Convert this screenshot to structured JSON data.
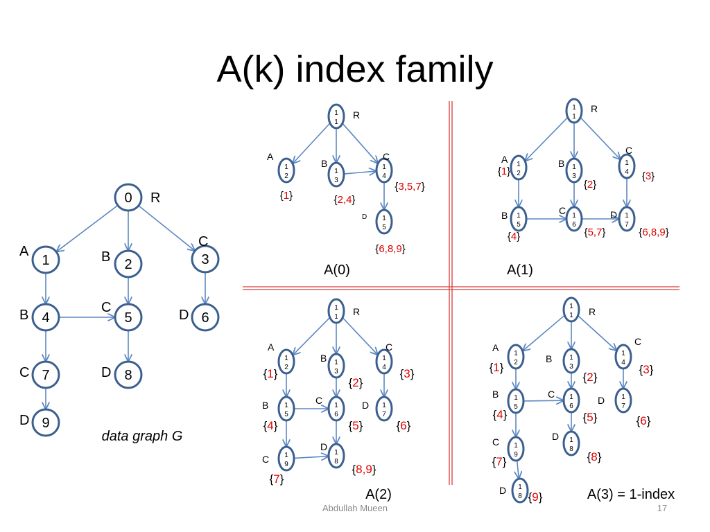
{
  "slide": {
    "title": "A(k) index family",
    "footer_author": "Abdullah Mueen",
    "page_number": "17"
  },
  "colors": {
    "node_stroke": "#3b5f8f",
    "edge": "#5b87c0",
    "extent": "#e00000",
    "divider": "#d93b3b"
  },
  "diagrams": [
    {
      "id": "G",
      "caption": "data graph G",
      "caption_style": "italic",
      "node_size": "large",
      "nodes": [
        {
          "id": "n0",
          "text": "0",
          "label": "R"
        },
        {
          "id": "n1",
          "text": "1",
          "label": "A"
        },
        {
          "id": "n2",
          "text": "2",
          "label": "B"
        },
        {
          "id": "n3",
          "text": "3",
          "label": "C"
        },
        {
          "id": "n4",
          "text": "4",
          "label": "B"
        },
        {
          "id": "n5",
          "text": "5",
          "label": "C"
        },
        {
          "id": "n6",
          "text": "6",
          "label": "D"
        },
        {
          "id": "n7",
          "text": "7",
          "label": "C"
        },
        {
          "id": "n8",
          "text": "8",
          "label": "D"
        },
        {
          "id": "n9",
          "text": "9",
          "label": "D"
        }
      ],
      "edges": [
        [
          "n0",
          "n1"
        ],
        [
          "n0",
          "n2"
        ],
        [
          "n0",
          "n3"
        ],
        [
          "n1",
          "n4"
        ],
        [
          "n2",
          "n5"
        ],
        [
          "n3",
          "n6"
        ],
        [
          "n4",
          "n5"
        ],
        [
          "n4",
          "n7"
        ],
        [
          "n5",
          "n8"
        ],
        [
          "n7",
          "n9"
        ]
      ]
    },
    {
      "id": "A0",
      "caption": "A(0)",
      "node_size": "small",
      "nodes": [
        {
          "id": "a11",
          "text": "1 1",
          "label": "R",
          "extent": ""
        },
        {
          "id": "a12",
          "text": "1 2",
          "label": "A",
          "extent": "1"
        },
        {
          "id": "a13",
          "text": "1 3",
          "label": "B",
          "extent": "2,4"
        },
        {
          "id": "a14",
          "text": "1 4",
          "label": "C",
          "extent": "3,5,7"
        },
        {
          "id": "a15",
          "text": "1 5",
          "label": "D",
          "extent": "6,8,9"
        }
      ],
      "edges": [
        [
          "a11",
          "a12"
        ],
        [
          "a11",
          "a13"
        ],
        [
          "a11",
          "a14"
        ],
        [
          "a13",
          "a14"
        ],
        [
          "a14",
          "a15"
        ]
      ]
    },
    {
      "id": "A1",
      "caption": "A(1)",
      "node_size": "small",
      "nodes": [
        {
          "id": "b11",
          "text": "1 1",
          "label": "R",
          "extent": ""
        },
        {
          "id": "b12",
          "text": "1 2",
          "label": "A",
          "extent": "1"
        },
        {
          "id": "b13",
          "text": "1 3",
          "label": "B",
          "extent": "2"
        },
        {
          "id": "b14",
          "text": "1 4",
          "label": "C",
          "extent": "3"
        },
        {
          "id": "b15",
          "text": "1 5",
          "label": "B",
          "extent": "4"
        },
        {
          "id": "b16",
          "text": "1 6",
          "label": "C",
          "extent": "5,7"
        },
        {
          "id": "b17",
          "text": "1 7",
          "label": "D",
          "extent": "6,8,9"
        }
      ],
      "edges": [
        [
          "b11",
          "b12"
        ],
        [
          "b11",
          "b13"
        ],
        [
          "b11",
          "b14"
        ],
        [
          "b12",
          "b15"
        ],
        [
          "b13",
          "b16"
        ],
        [
          "b14",
          "b17"
        ],
        [
          "b15",
          "b16"
        ],
        [
          "b16",
          "b17"
        ]
      ]
    },
    {
      "id": "A2",
      "caption": "A(2)",
      "node_size": "small",
      "nodes": [
        {
          "id": "c11",
          "text": "1 1",
          "label": "R",
          "extent": ""
        },
        {
          "id": "c12",
          "text": "1 2",
          "label": "A",
          "extent": "1"
        },
        {
          "id": "c13",
          "text": "1 3",
          "label": "B",
          "extent": "2"
        },
        {
          "id": "c14",
          "text": "1 4",
          "label": "C",
          "extent": "3"
        },
        {
          "id": "c15",
          "text": "1 5",
          "label": "B",
          "extent": "4"
        },
        {
          "id": "c16",
          "text": "1 6",
          "label": "C",
          "extent": "5"
        },
        {
          "id": "c17",
          "text": "1 7",
          "label": "D",
          "extent": "6"
        },
        {
          "id": "c18",
          "text": "1 8",
          "label": "D",
          "extent": "8,9"
        },
        {
          "id": "c19",
          "text": "1 9",
          "label": "C",
          "extent": "7"
        }
      ],
      "edges": [
        [
          "c11",
          "c12"
        ],
        [
          "c11",
          "c13"
        ],
        [
          "c11",
          "c14"
        ],
        [
          "c12",
          "c15"
        ],
        [
          "c13",
          "c16"
        ],
        [
          "c14",
          "c17"
        ],
        [
          "c15",
          "c16"
        ],
        [
          "c15",
          "c19"
        ],
        [
          "c16",
          "c18"
        ],
        [
          "c19",
          "c18"
        ]
      ]
    },
    {
      "id": "A3",
      "caption": "A(3) = 1-index",
      "node_size": "small",
      "nodes": [
        {
          "id": "d11",
          "text": "1 1",
          "label": "R",
          "extent": ""
        },
        {
          "id": "d12",
          "text": "1 2",
          "label": "A",
          "extent": "1"
        },
        {
          "id": "d13",
          "text": "1 3",
          "label": "B",
          "extent": "2"
        },
        {
          "id": "d14",
          "text": "1 4",
          "label": "C",
          "extent": "3"
        },
        {
          "id": "d15",
          "text": "1 5",
          "label": "B",
          "extent": "4"
        },
        {
          "id": "d16",
          "text": "1 6",
          "label": "C",
          "extent": "5"
        },
        {
          "id": "d17",
          "text": "1 7",
          "label": "D",
          "extent": "6"
        },
        {
          "id": "d18",
          "text": "1 8",
          "label": "D",
          "extent": "8"
        },
        {
          "id": "d19",
          "text": "1 9",
          "label": "C",
          "extent": "7"
        },
        {
          "id": "d18b",
          "text": "1 8",
          "label": "D",
          "extent": "9"
        }
      ],
      "edges": [
        [
          "d11",
          "d12"
        ],
        [
          "d11",
          "d13"
        ],
        [
          "d11",
          "d14"
        ],
        [
          "d12",
          "d15"
        ],
        [
          "d13",
          "d16"
        ],
        [
          "d14",
          "d17"
        ],
        [
          "d15",
          "d16"
        ],
        [
          "d15",
          "d19"
        ],
        [
          "d16",
          "d18"
        ],
        [
          "d19",
          "d18b"
        ]
      ]
    }
  ]
}
